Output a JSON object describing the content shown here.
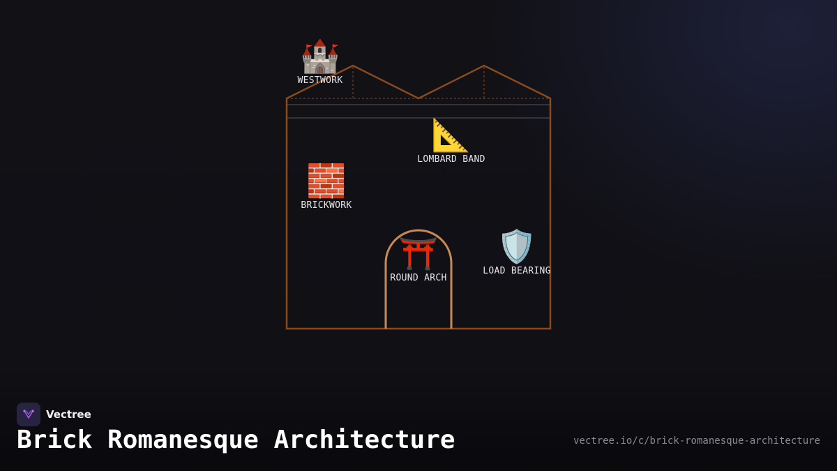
{
  "diagram": {
    "nodes": {
      "westwork": {
        "label": "WESTWORK",
        "emoji": "🏰",
        "icon": "castle-icon"
      },
      "lombard_band": {
        "label": "LOMBARD BAND",
        "emoji": "📐",
        "icon": "triangular-ruler-icon"
      },
      "brickwork": {
        "label": "BRICKWORK",
        "emoji": "🧱",
        "icon": "brick-icon"
      },
      "round_arch": {
        "label": "ROUND ARCH",
        "emoji": "⛩️",
        "icon": "torii-gate-icon"
      },
      "load_bearing": {
        "label": "LOAD BEARING",
        "emoji": "🛡️",
        "icon": "shield-icon"
      }
    },
    "colors": {
      "outline": "#8a4a1c",
      "arch": "#c98a52",
      "band": "#55555c"
    }
  },
  "footer": {
    "brand": "Vectree",
    "title": "Brick Romanesque Architecture",
    "url": "vectree.io/c/brick-romanesque-architecture"
  }
}
